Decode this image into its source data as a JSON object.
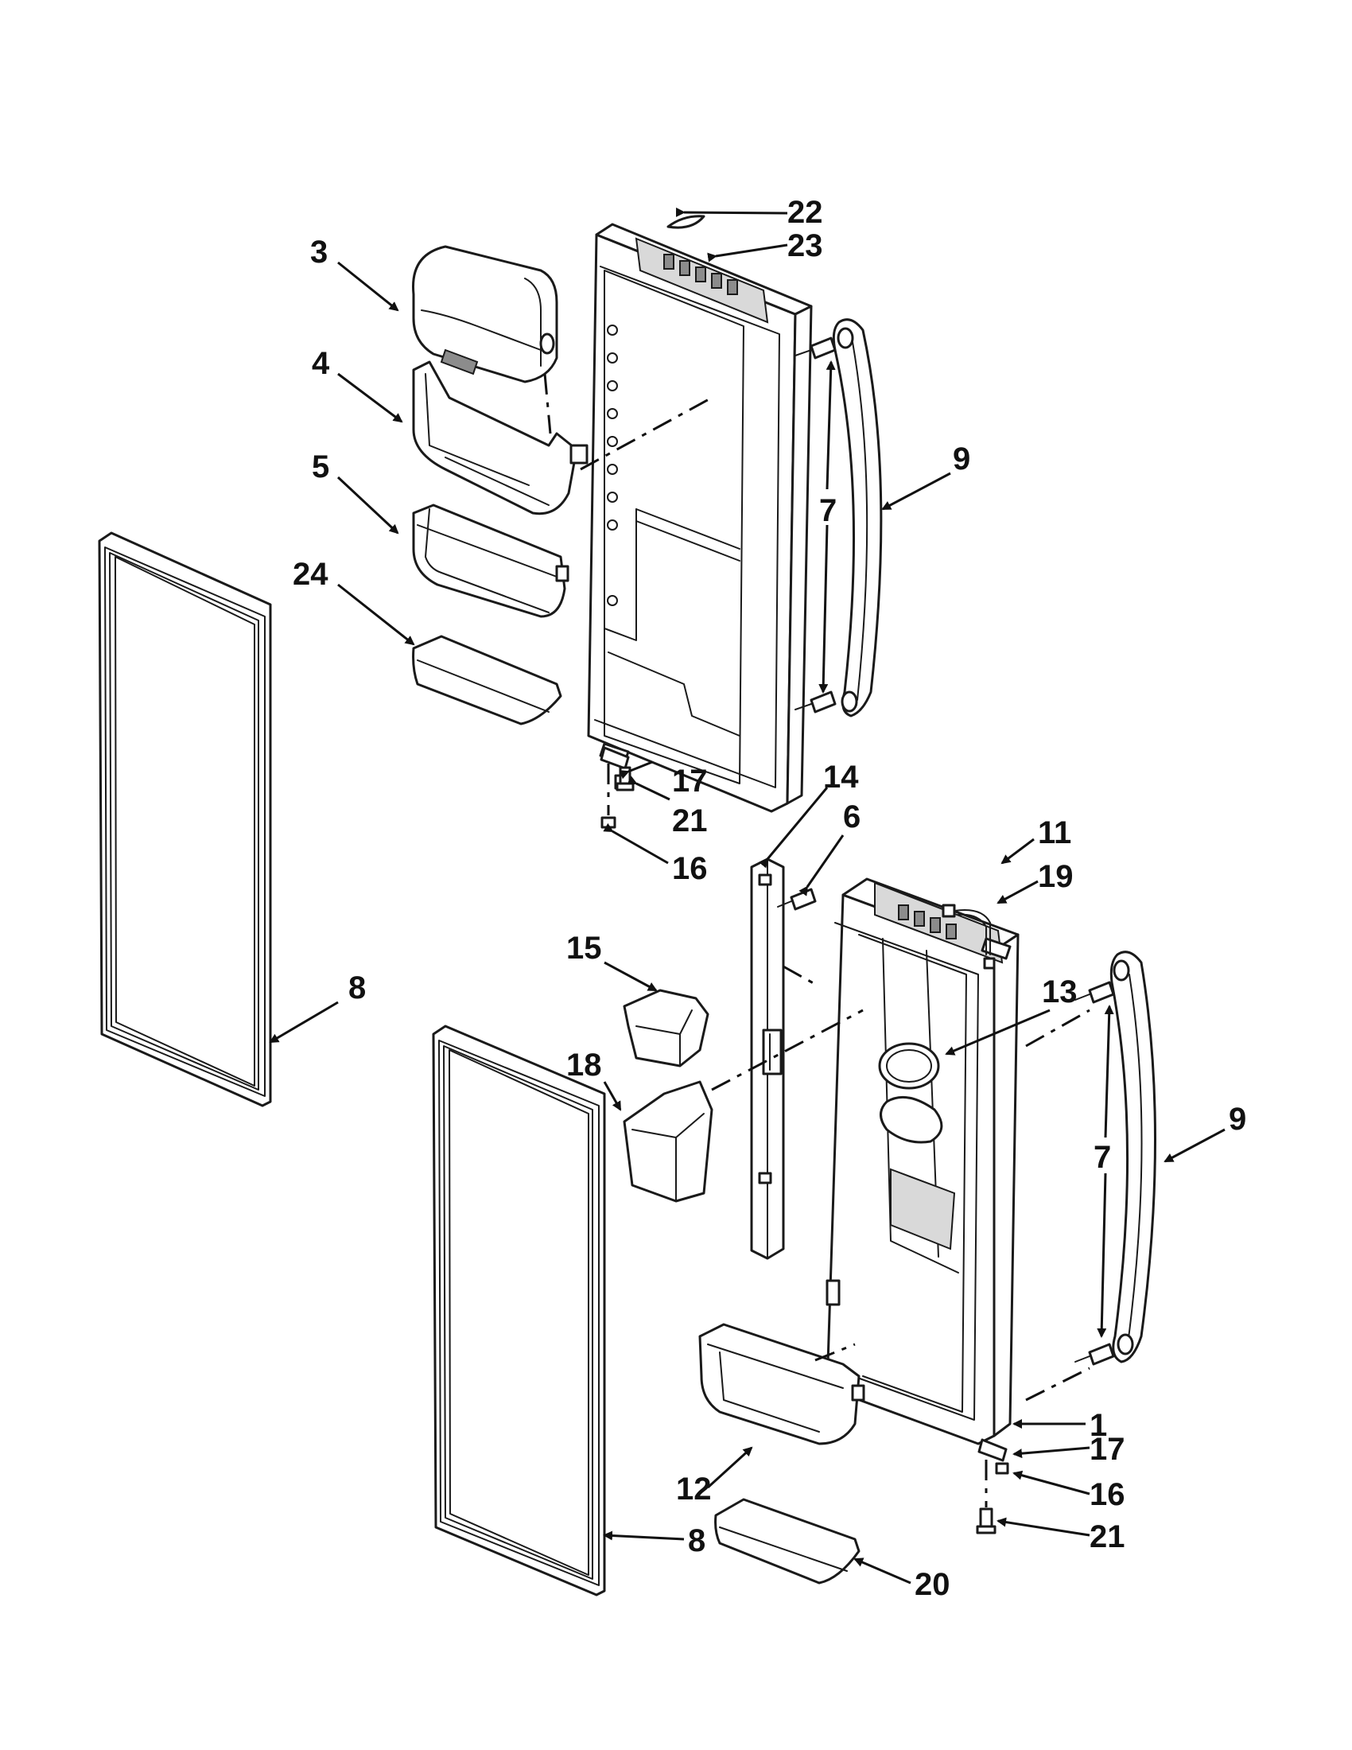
{
  "colors": {
    "line": "#1a1a1a",
    "shade": "#d9d9d9",
    "dark_shade": "#8c8c8c",
    "background": "#ffffff"
  },
  "callouts": {
    "c1": "1",
    "c3": "3",
    "c4": "4",
    "c5": "5",
    "c6": "6",
    "c7a": "7",
    "c7b": "7",
    "c8a": "8",
    "c8b": "8",
    "c9a": "9",
    "c9b": "9",
    "c11": "11",
    "c12": "12",
    "c13": "13",
    "c14": "14",
    "c15": "15",
    "c16a": "16",
    "c16b": "16",
    "c17a": "17",
    "c17b": "17",
    "c18": "18",
    "c19": "19",
    "c20": "20",
    "c21a": "21",
    "c21b": "21",
    "c22": "22",
    "c23": "23",
    "c24": "24"
  }
}
